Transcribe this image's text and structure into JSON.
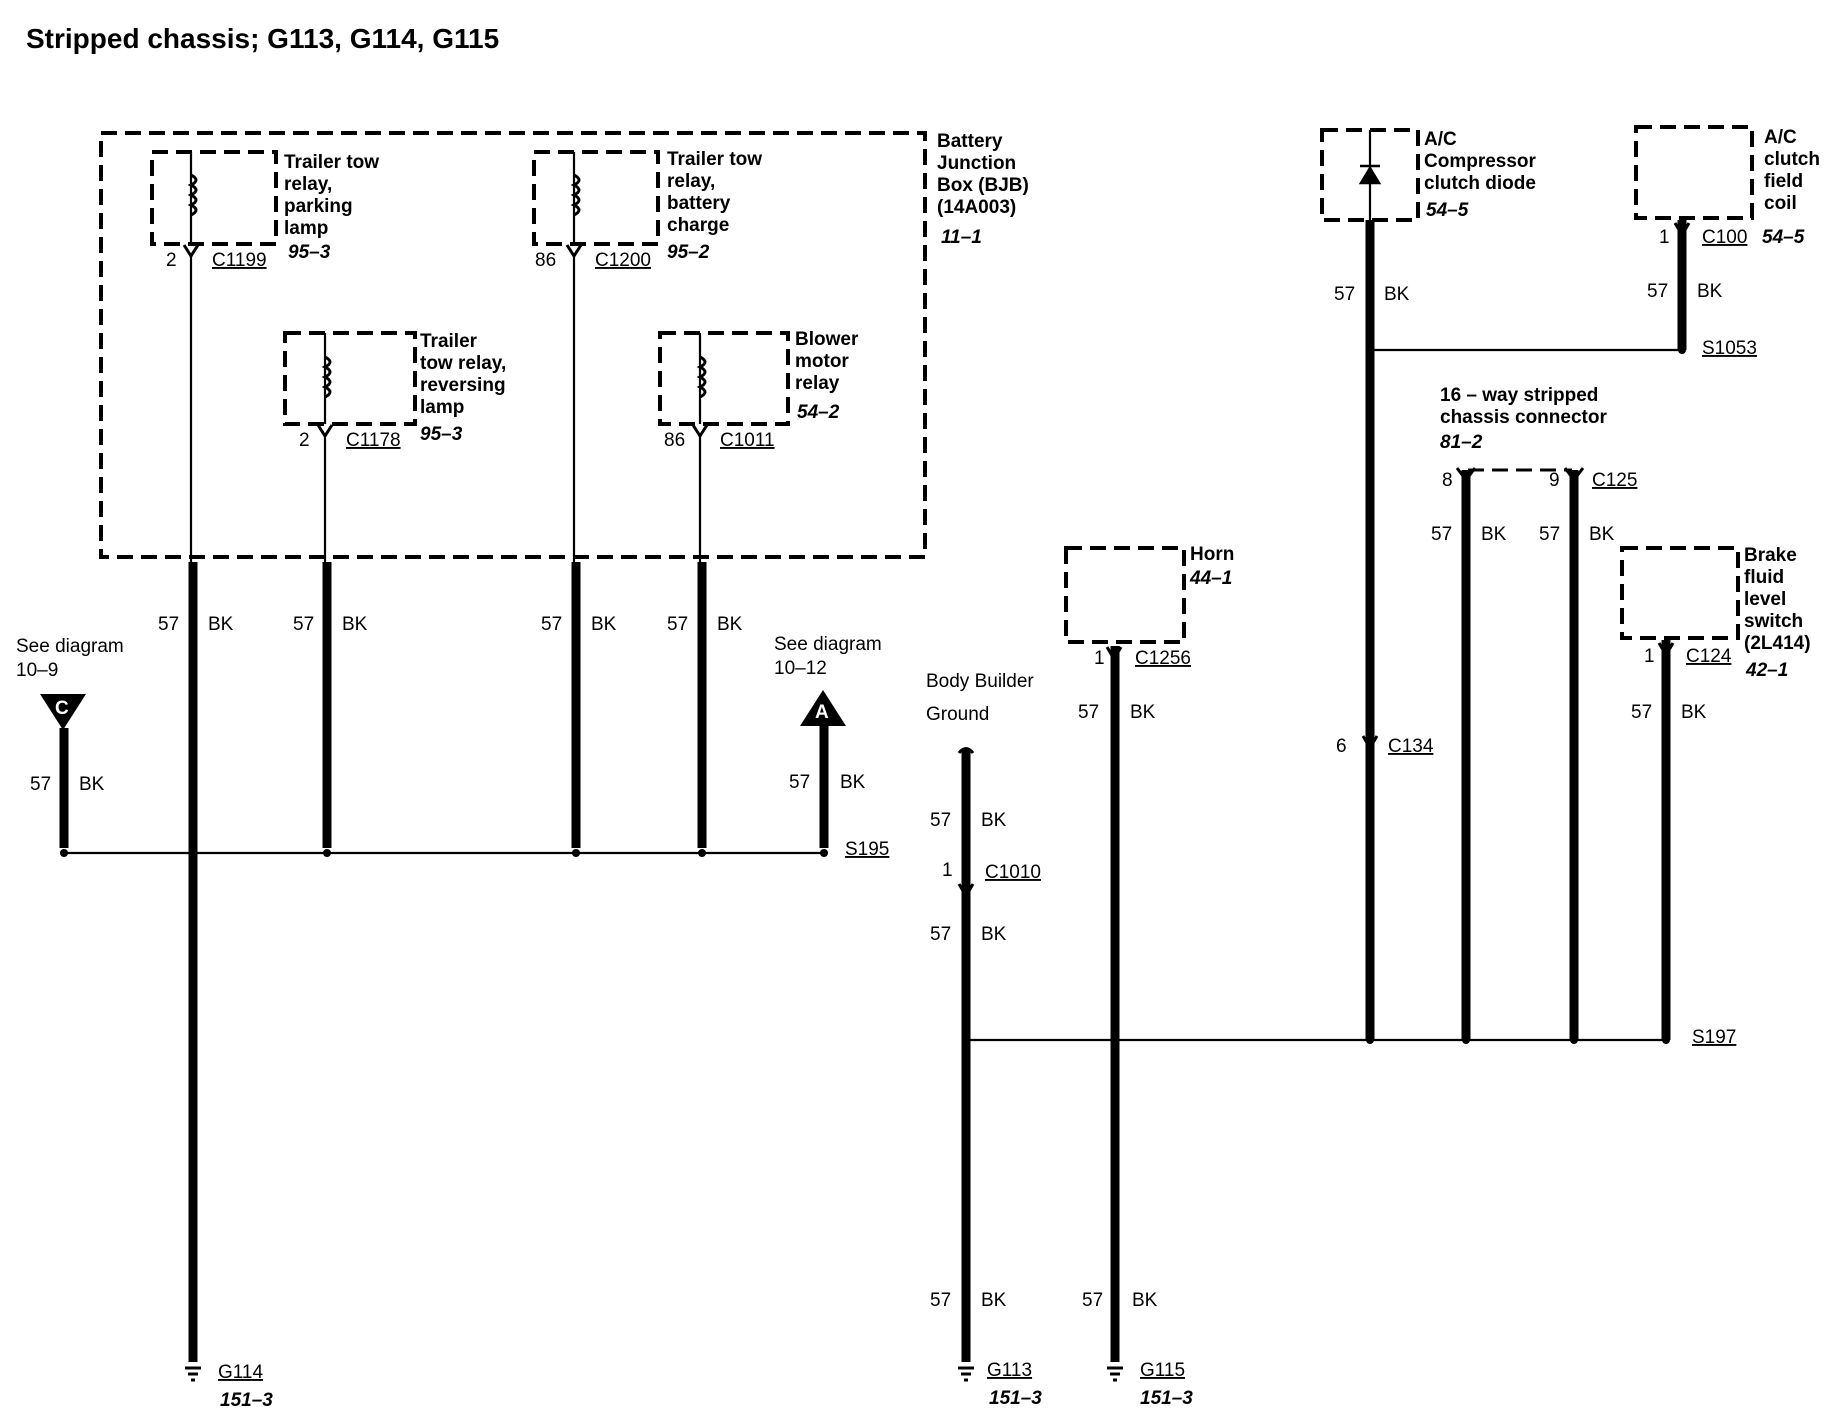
{
  "title": "Stripped chassis; G113, G114, G115",
  "wire": {
    "circuit": "57",
    "color": "BK"
  },
  "bjb": {
    "line1": "Battery",
    "line2": "Junction",
    "line3": "Box (BJB)",
    "line4": "(14A003)",
    "ref": "11–1"
  },
  "relays": {
    "parking": {
      "l1": "Trailer tow",
      "l2": "relay,",
      "l3": "parking",
      "l4": "lamp",
      "ref": "95–3",
      "pin": "2",
      "conn": "C1199"
    },
    "battery": {
      "l1": "Trailer tow",
      "l2": "relay,",
      "l3": "battery",
      "l4": "charge",
      "ref": "95–2",
      "pin": "86",
      "conn": "C1200"
    },
    "reversing": {
      "l1": "Trailer",
      "l2": "tow relay,",
      "l3": "reversing",
      "l4": "lamp",
      "ref": "95–3",
      "pin": "2",
      "conn": "C1178"
    },
    "blower": {
      "l1": "Blower",
      "l2": "motor",
      "l3": "relay",
      "ref": "54–2",
      "pin": "86",
      "conn": "C1011"
    }
  },
  "see_c": {
    "l1": "See diagram",
    "l2": "10–9",
    "letter": "C"
  },
  "see_a": {
    "l1": "See diagram",
    "l2": "10–12",
    "letter": "A"
  },
  "splices": {
    "s195": "S195",
    "s197": "S197",
    "s1053": "S1053"
  },
  "grounds": {
    "g114": {
      "name": "G114",
      "ref": "151–3"
    },
    "g113": {
      "name": "G113",
      "ref": "151–3"
    },
    "g115": {
      "name": "G115",
      "ref": "151–3"
    }
  },
  "body_builder": {
    "l1": "Body Builder",
    "l2": "Ground",
    "pin": "1",
    "conn": "C1010"
  },
  "horn": {
    "name": "Horn",
    "ref": "44–1",
    "pin": "1",
    "conn": "C1256"
  },
  "ac_diode": {
    "l1": "A/C",
    "l2": "Compressor",
    "l3": "clutch diode",
    "ref": "54–5"
  },
  "ac_coil": {
    "l1": "A/C",
    "l2": "clutch",
    "l3": "field",
    "l4": "coil",
    "ref": "54–5",
    "pin": "1",
    "conn": "C100"
  },
  "c134": {
    "pin": "6",
    "conn": "C134"
  },
  "stripped_conn": {
    "l1": "16 – way stripped",
    "l2": "chassis connector",
    "ref": "81–2",
    "pin1": "8",
    "pin2": "9",
    "conn": "C125"
  },
  "brake": {
    "l1": "Brake",
    "l2": "fluid",
    "l3": "level",
    "l4": "switch",
    "l5": "(2L414)",
    "ref": "42–1",
    "pin": "1",
    "conn": "C124"
  }
}
